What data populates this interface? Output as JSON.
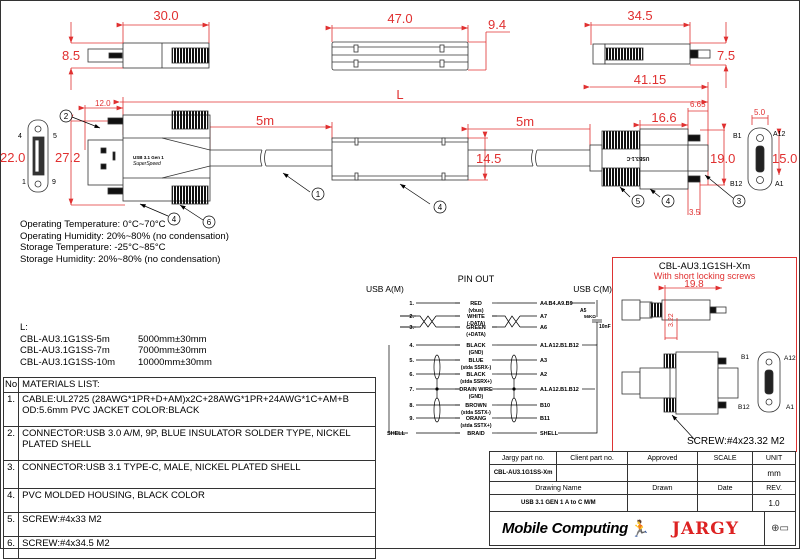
{
  "drawing": {
    "dimensions": {
      "usb_a_side_length": "30.0",
      "usb_a_side_height": "8.5",
      "housing_length": "47.0",
      "housing_height": "9.4",
      "usb_c_side_length": "34.5",
      "usb_c_side_height": "7.5",
      "usb_c_overall": "41.15",
      "total_length_label": "L",
      "usb_a_plug": "12.0",
      "segment_left": "5m",
      "segment_right": "5m",
      "usb_a_face_height": "22.0",
      "usb_a_body_height": "27.2",
      "housing_mid_height": "14.5",
      "usb_c_screw_offset": "6.65",
      "usb_c_body": "16.6",
      "usb_c_body_height": "19.0",
      "usb_c_face_width": "5.0",
      "usb_c_face_height": "15.0",
      "screw_tip": "3.5"
    },
    "callouts": [
      "1",
      "2",
      "3",
      "4",
      "5",
      "6"
    ],
    "usb_a_pins": {
      "top_left": "4",
      "top_right": "5",
      "bottom_left": "1",
      "bottom_right": "9"
    },
    "usb_c_pins": {
      "top_left": "B1",
      "top_right": "A12",
      "bottom_left": "B12",
      "bottom_right": "A1"
    },
    "usb_a_label_line1": "USB 3.1 Gen 1",
    "usb_a_label_line2": "SuperSpeed",
    "usb_c_label": "USB3.1-C"
  },
  "environment": [
    "Operating Temperature: 0°C~70°C",
    "Operating Humidity: 20%~80% (no condensation)",
    "Storage Temperature: -25°C~85°C",
    "Storage  Humidity: 20%~80% (no condensation)"
  ],
  "lengths": {
    "title": "L:",
    "rows": [
      {
        "model": "CBL-AU3.1G1SS-5m",
        "value": "5000mm±30mm"
      },
      {
        "model": "CBL-AU3.1G1SS-7m",
        "value": "7000mm±30mm"
      },
      {
        "model": "CBL-AU3.1G1SS-10m",
        "value": "10000mm±30mm"
      }
    ]
  },
  "materials": {
    "no_header": "No",
    "header": "MATERIALS LIST:",
    "items": [
      {
        "no": "1.",
        "text": "CABLE:UL2725 (28AWG*1PR+D+AM)x2C+28AWG*1PR+24AWG*1C+AM+B OD:5.6mm  PVC JACKET COLOR:BLACK"
      },
      {
        "no": "2.",
        "text": "CONNECTOR:USB 3.0 A/M, 9P, BLUE INSULATOR SOLDER TYPE, NICKEL PLATED SHELL"
      },
      {
        "no": "3.",
        "text": "CONNECTOR:USB 3.1 TYPE-C, MALE, NICKEL PLATED SHELL"
      },
      {
        "no": "4.",
        "text": "PVC MOLDED HOUSING, BLACK COLOR"
      },
      {
        "no": "5.",
        "text": "SCREW:#4x33 M2"
      },
      {
        "no": "6.",
        "text": "SCREW:#4x34.5 M2"
      }
    ]
  },
  "pinout": {
    "title": "PIN OUT",
    "left_header": "USB A(M)",
    "right_header": "USB C(M)",
    "rows": [
      {
        "a": "1.",
        "wire": "RED",
        "sub": "(vbus)",
        "c": "A4.B4.A9.B9"
      },
      {
        "a": "2.",
        "wire": "WHITE",
        "sub": "(-DATA)",
        "c": "A7"
      },
      {
        "a": "3.",
        "wire": "GREEN",
        "sub": "(+DATA)",
        "c": "A6"
      },
      {
        "a": "4.",
        "wire": "BLACK",
        "sub": "(GND)",
        "c": "A1.A12.B1.B12"
      },
      {
        "a": "5.",
        "wire": "BLUE",
        "sub": "(stda SSRX-)",
        "c": "A3"
      },
      {
        "a": "6.",
        "wire": "BLACK",
        "sub": "(stda SSRX+)",
        "c": "A2"
      },
      {
        "a": "7.",
        "wire": "DRAIN WIRE",
        "sub": "(GND)",
        "c": "A1.A12.B1.B12"
      },
      {
        "a": "8.",
        "wire": "BROWN",
        "sub": "(stda SSTX-)",
        "c": "B10"
      },
      {
        "a": "9.",
        "wire": "ORANG",
        "sub": "(stda SSTX+)",
        "c": "B11"
      },
      {
        "a": "SHELL",
        "wire": "BRAID",
        "sub": "",
        "c": "SHELL"
      }
    ],
    "resistor_pin": "A5",
    "resistor": "56KΩ",
    "capacitor": "10nF"
  },
  "variant": {
    "title": "CBL-AU3.1G1SH-Xm",
    "subtitle": "With short locking screws",
    "dim_length": "19.8",
    "dim_height": "3.22",
    "screw": "SCREW:#4x23.32 M2",
    "pins": {
      "top_left": "B1",
      "top_right": "A12",
      "bottom_left": "B12",
      "bottom_right": "A1"
    }
  },
  "title_block": {
    "headers1": [
      "Jargy part no.",
      "Client part no.",
      "Approved",
      "SCALE",
      "UNIT"
    ],
    "part_no": "CBL-AU3.1G1SS-Xm",
    "unit": "mm",
    "headers2": [
      "Drawing Name",
      "Drawn",
      "Date",
      "REV."
    ],
    "drawing_name": "USB 3.1 GEN 1 A to C M/M",
    "rev": "1.0",
    "brand1": "Mobile Computing",
    "brand2": "JARGY",
    "projection_symbol": "⊕▭"
  },
  "colors": {
    "dim": "#e03030",
    "line": "#333333"
  }
}
